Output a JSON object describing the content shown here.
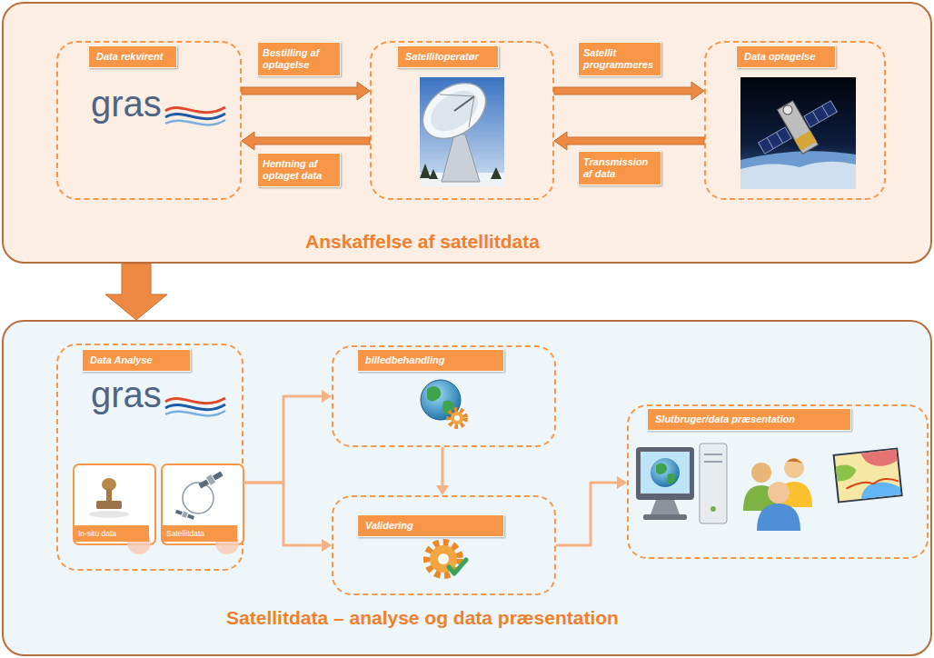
{
  "diagram": {
    "nodes": [
      {
        "text": [
          "Anskaffelse af satellitdata"
        ]
      },
      {
        "text": [
          "Data rekvirent",
          "gras"
        ],
        "in": 0
      },
      {
        "text": [
          "Satellitoperatør"
        ],
        "in": 0
      },
      {
        "text": [
          "Data optagelse"
        ],
        "in": 0
      },
      {
        "text": [
          "Satellitdata – analyse og data præsentation"
        ]
      },
      {
        "text": [
          "Data Analyse",
          "gras"
        ],
        "in": 4
      },
      {
        "text": [
          "In-situ data"
        ],
        "in": 5
      },
      {
        "text": [
          "Satellitdata"
        ],
        "in": 5
      },
      {
        "text": [
          "billedbehandling"
        ],
        "in": 4
      },
      {
        "text": [
          "Validering"
        ],
        "in": 4
      },
      {
        "text": [
          "Slutbruger/data præsentation"
        ],
        "in": 4
      }
    ],
    "edges": [
      {
        "from": 1,
        "to": 2,
        "arrow": "to",
        "label": "Bestilling af optagelse"
      },
      {
        "from": 2,
        "to": 1,
        "arrow": "to",
        "label": "Hentning af optaget data"
      },
      {
        "from": 2,
        "to": 3,
        "arrow": "to",
        "label": "Satellit programmeres"
      },
      {
        "from": 3,
        "to": 2,
        "arrow": "to",
        "label": "Transmission af data"
      },
      {
        "from": 0,
        "to": 4,
        "arrow": "to"
      },
      {
        "from": 5,
        "to": 8,
        "arrow": "to"
      },
      {
        "from": 5,
        "to": 9,
        "arrow": "to"
      },
      {
        "from": 8,
        "to": 9,
        "arrow": "to"
      },
      {
        "from": 9,
        "to": 10,
        "arrow": "to"
      }
    ]
  }
}
